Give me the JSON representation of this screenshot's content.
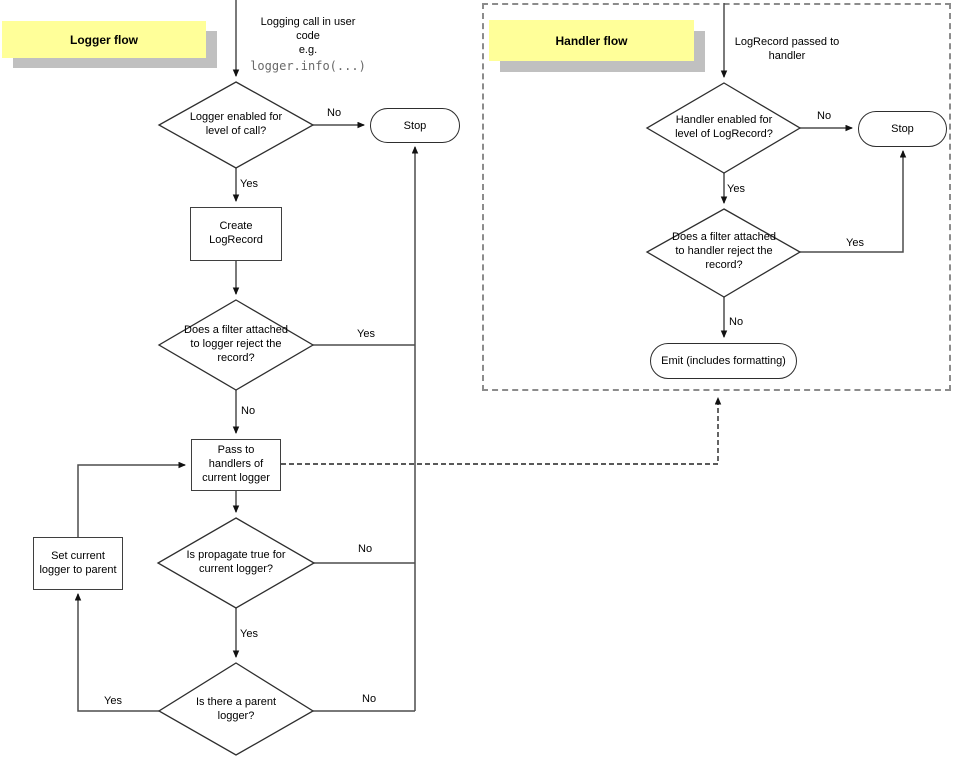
{
  "colors": {
    "banner_yellow": "#ffff99",
    "banner_shadow": "#c0c0c0",
    "connector_line": "#4d4d4d",
    "shape_border": "#2e2e2e",
    "code_text_gray": "#696969",
    "background": "#ffffff"
  },
  "logger_flow": {
    "title": "Logger flow",
    "note": "Logging call in user\ncode\ne.g.",
    "code_example": "logger.info(...)",
    "nodes": {
      "level_check": "Logger enabled for\nlevel of call?",
      "stop": "Stop",
      "create_logrecord": "Create\nLogRecord",
      "filter_check": "Does a filter attached\nto logger reject the\nrecord?",
      "pass_to_handlers": "Pass to\nhandlers of\ncurrent logger",
      "propagate_check": "Is propagate true for\ncurrent logger?",
      "parent_check": "Is there a parent\nlogger?",
      "set_current_logger": "Set current\nlogger to parent"
    },
    "labels": {
      "level_no": "No",
      "level_yes": "Yes",
      "filter_yes": "Yes",
      "filter_no": "No",
      "propagate_no": "No",
      "propagate_yes": "Yes",
      "parent_no": "No",
      "parent_yes": "Yes"
    }
  },
  "handler_flow": {
    "title": "Handler flow",
    "note": "LogRecord passed to\nhandler",
    "nodes": {
      "level_check": "Handler enabled for\nlevel of LogRecord?",
      "stop": "Stop",
      "filter_check": "Does a filter attached\nto handler reject the\nrecord?",
      "emit": "Emit (includes formatting)"
    },
    "labels": {
      "level_no": "No",
      "level_yes": "Yes",
      "filter_yes": "Yes",
      "filter_no": "No"
    }
  }
}
